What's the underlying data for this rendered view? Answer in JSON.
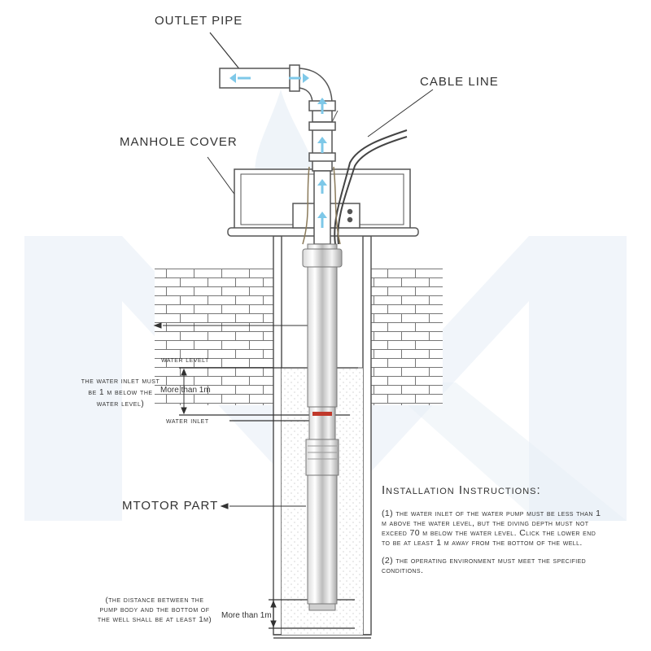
{
  "labels": {
    "outlet_pipe": "OUTLET PIPE",
    "cable_line": "CABLE LINE",
    "manhole_cover": "MANHOLE COVER",
    "water_level": "water levelt",
    "inlet_note": [
      "the water inlet must",
      "be 1 m below the",
      "water level)"
    ],
    "more_than_1m_top": "More than 1m",
    "water_inlet": "water inlet",
    "motor_part": "MTOTOR PART",
    "bottom_note": [
      "(the distance between the",
      "pump body and the bottom of",
      "the well shall be at least 1m)"
    ],
    "more_than_1m_bottom": "More than 1m"
  },
  "instructions": {
    "title": "Installation Instructions:",
    "items": [
      "(1) the water inlet of the water pump must be less than 1 m above the water level, but the diving depth must not exceed 70 m below the water level. Click the lower end to be at least 1 m away from the bottom of the well.",
      "(2) the operating environment must meet the specified conditions."
    ]
  },
  "watermark": "MK",
  "colors": {
    "line": "#555555",
    "arrow": "#7ec8e8",
    "watermark": "#e6eef5",
    "water_dots": "#bbbbbb"
  }
}
